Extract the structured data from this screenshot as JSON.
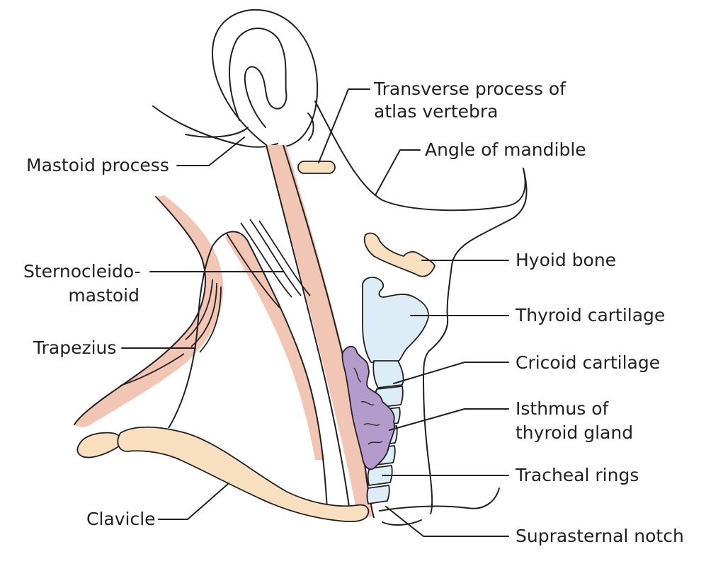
{
  "labels": {
    "transverse_line1": "Transverse process of",
    "transverse_line2": "atlas vertebra",
    "mastoid": "Mastoid process",
    "angle_mandible": "Angle of mandible",
    "hyoid": "Hyoid bone",
    "scm_line1": "Sternocleido-",
    "scm_line2": "mastoid",
    "thyroid_cartilage": "Thyroid cartilage",
    "trapezius": "Trapezius",
    "cricoid": "Cricoid cartilage",
    "isthmus_line1": "Isthmus of",
    "isthmus_line2": "thyroid gland",
    "tracheal": "Tracheal rings",
    "clavicle": "Clavicle",
    "suprasternal": "Suprasternal notch"
  },
  "colors": {
    "outline": "#231f20",
    "muscle": "#f2c6b4",
    "bone": "#f8dfc0",
    "cartilage": "#dcedf7",
    "thyroid_gland": "#b39bcc"
  }
}
